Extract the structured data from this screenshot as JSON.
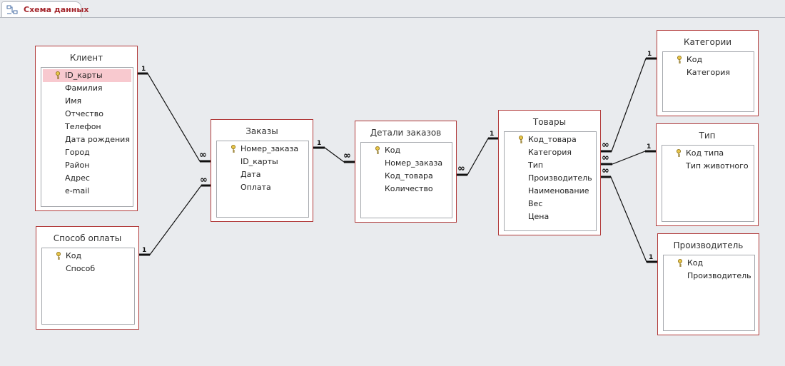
{
  "tab": {
    "label": "Схема данных"
  },
  "cardinality": {
    "one": "1",
    "many": "∞"
  },
  "tables": {
    "client": {
      "title": "Клиент",
      "fields": [
        "ID_карты",
        "Фамилия",
        "Имя",
        "Отчество",
        "Телефон",
        "Дата рождения",
        "Город",
        "Район",
        "Адрес",
        "e-mail"
      ]
    },
    "payment": {
      "title": "Способ оплаты",
      "fields": [
        "Код",
        "Способ"
      ]
    },
    "orders": {
      "title": "Заказы",
      "fields": [
        "Номер_заказа",
        "ID_карты",
        "Дата",
        "Оплата"
      ]
    },
    "order_details": {
      "title": "Детали заказов",
      "fields": [
        "Код",
        "Номер_заказа",
        "Код_товара",
        "Количество"
      ]
    },
    "goods": {
      "title": "Товары",
      "fields": [
        "Код_товара",
        "Категория",
        "Тип",
        "Производитель",
        "Наименование",
        "Вес",
        "Цена"
      ]
    },
    "categories": {
      "title": "Категории",
      "fields": [
        "Код",
        "Категория"
      ]
    },
    "type": {
      "title": "Тип",
      "fields": [
        "Код типа",
        "Тип животного"
      ]
    },
    "manufacturer": {
      "title": "Производитель",
      "fields": [
        "Код",
        "Производитель"
      ]
    }
  },
  "selected_field": {
    "table": "client",
    "field": "ID_карты"
  },
  "colors": {
    "table_border": "#b13a3a",
    "selected_field": "#f8c9cf",
    "title_tab": "#a4262c",
    "key_icon": "#c9a227"
  }
}
